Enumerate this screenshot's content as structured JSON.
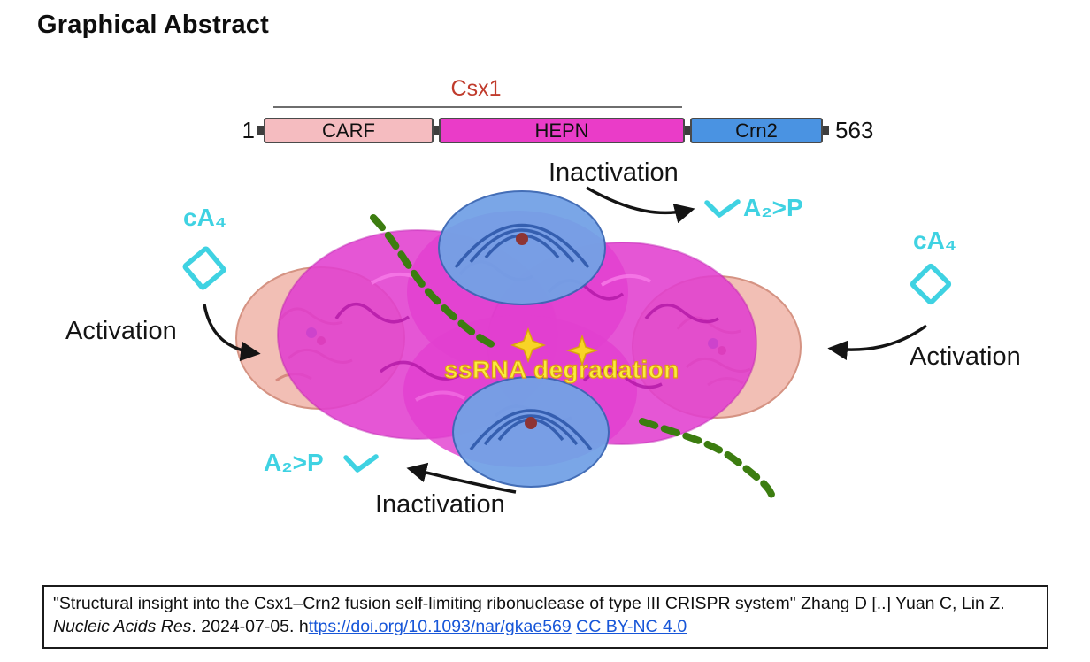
{
  "title": "Graphical Abstract",
  "domain_diagram": {
    "bracket_label": "Csx1",
    "start_residue": "1",
    "end_residue": "563",
    "domains": [
      {
        "label": "CARF",
        "color": "#f5bcc0"
      },
      {
        "label": "HEPN",
        "color": "#ea3cc8"
      },
      {
        "label": "Crn2",
        "color": "#4a93e2"
      }
    ]
  },
  "figure": {
    "inactivation_top": "Inactivation",
    "inactivation_bottom": "Inactivation",
    "activation_left": "Activation",
    "activation_right": "Activation",
    "ca4_left": "cA₄",
    "ca4_right": "cA₄",
    "a2p_top": "A₂>P",
    "a2p_bottom": "A₂>P",
    "ssrna_degradation": "ssRNA degradation",
    "colors": {
      "cyan_accent": "#3fd2e2",
      "yellow_text": "#f9ee3c",
      "green_rna": "#3c7d10",
      "magenta_body": "#e23fd0",
      "pink_lobe": "#f2bdb3",
      "blue_lobe": "#73a2e6",
      "csx1_red": "#c03b2c"
    }
  },
  "citation": {
    "main_text": "\"Structural insight into the Csx1–Crn2 fusion self-limiting ribonuclease of type III CRISPR system\" Zhang D [..] Yuan C, Lin Z. ",
    "journal": "Nucleic Acids Res",
    "after_journal": ". 2024-07-05. h",
    "doi_link": "ttps://doi.org/10.1093/nar/gkae569",
    "license_link": "CC BY-NC 4.0"
  }
}
